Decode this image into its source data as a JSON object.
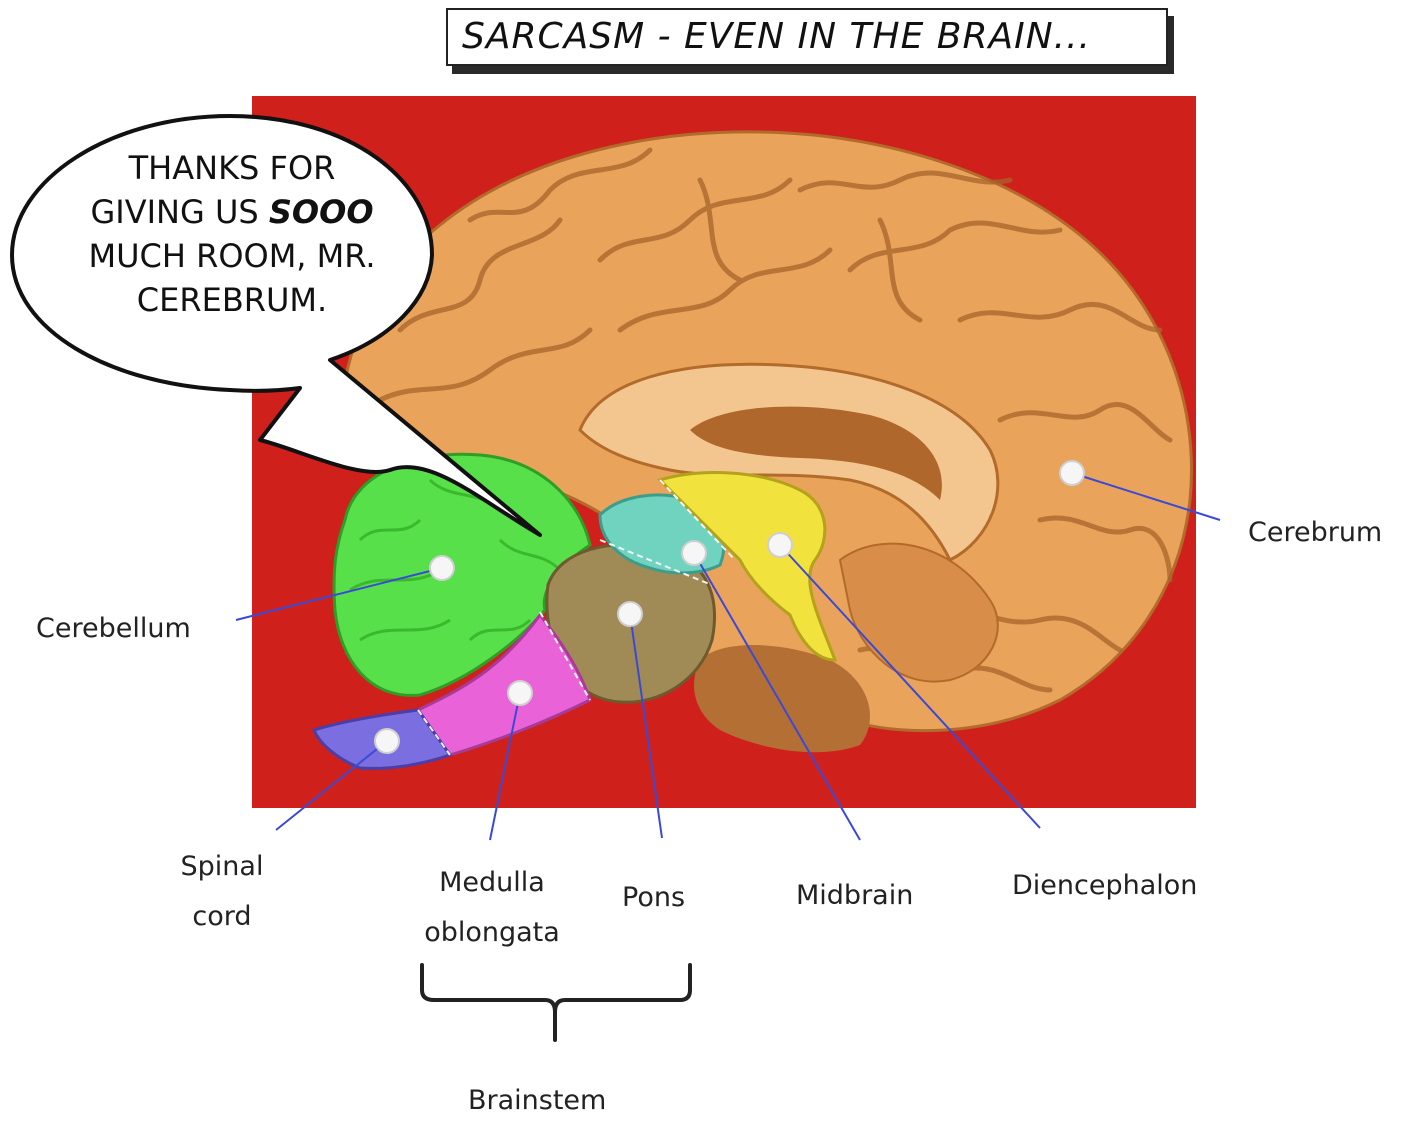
{
  "title": "SARCASM - EVEN IN THE BRAIN...",
  "speech_bubble": {
    "line1": "THANKS FOR",
    "line2_prefix": "GIVING US ",
    "line2_emphasis": "SOOO",
    "line3": "MUCH ROOM, MR.",
    "line4": "CEREBRUM."
  },
  "labels": {
    "cerebrum": "Cerebrum",
    "cerebellum": "Cerebellum",
    "spinal_cord_1": "Spinal",
    "spinal_cord_2": "cord",
    "medulla_1": "Medulla",
    "medulla_2": "oblongata",
    "pons": "Pons",
    "midbrain": "Midbrain",
    "diencephalon": "Diencephalon",
    "brainstem": "Brainstem"
  },
  "colors": {
    "background_panel": "#d8231f",
    "cerebrum": "#e9a35a",
    "cerebellum": "#58e04a",
    "medulla_oblongata": "#ea62d8",
    "spinal_cord": "#7a6ee0",
    "pons": "#a08a55",
    "midbrain": "#6fd3c0",
    "diencephalon": "#f2e23e"
  }
}
